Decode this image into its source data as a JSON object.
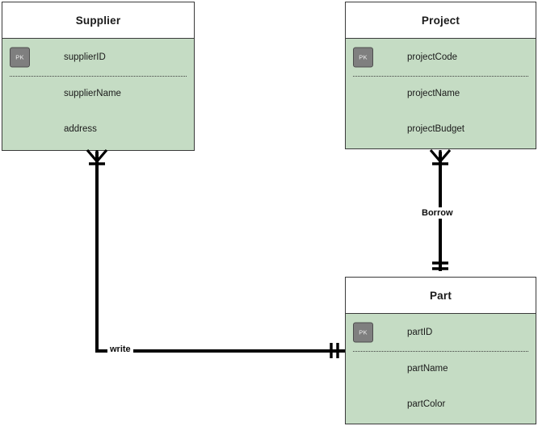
{
  "diagram": {
    "type": "entity-relationship-diagram",
    "notation": "crow's-foot",
    "background_color": "#ffffff",
    "entity_header_color": "#ffffff",
    "entity_body_color": "#c5dcc4",
    "border_color": "#3a3a3a",
    "key_badge_color": "#7f7f7f",
    "connector_color": "#000000"
  },
  "entities": [
    {
      "id": "supplier",
      "title": "Supplier",
      "key_attributes": [
        {
          "badge": "PK",
          "label": "supplierID"
        }
      ],
      "attributes": [
        {
          "label": "supplierName"
        },
        {
          "label": "address"
        }
      ]
    },
    {
      "id": "project",
      "title": "Project",
      "key_attributes": [
        {
          "badge": "PK",
          "label": "projectCode"
        }
      ],
      "attributes": [
        {
          "label": "projectName"
        },
        {
          "label": "projectBudget"
        }
      ]
    },
    {
      "id": "part",
      "title": "Part",
      "key_attributes": [
        {
          "badge": "PK",
          "label": "partID"
        }
      ],
      "attributes": [
        {
          "label": "partName"
        },
        {
          "label": "partColor"
        }
      ]
    }
  ],
  "relationships": [
    {
      "id": "borrow",
      "label": "Borrow",
      "from_entity": "Project",
      "to_entity": "Part",
      "from_cardinality": "zero-or-many",
      "to_cardinality": "one-and-only-one"
    },
    {
      "id": "write",
      "label": "write",
      "from_entity": "Supplier",
      "to_entity": "Part",
      "from_cardinality": "zero-or-many",
      "to_cardinality": "one-and-only-one"
    }
  ]
}
